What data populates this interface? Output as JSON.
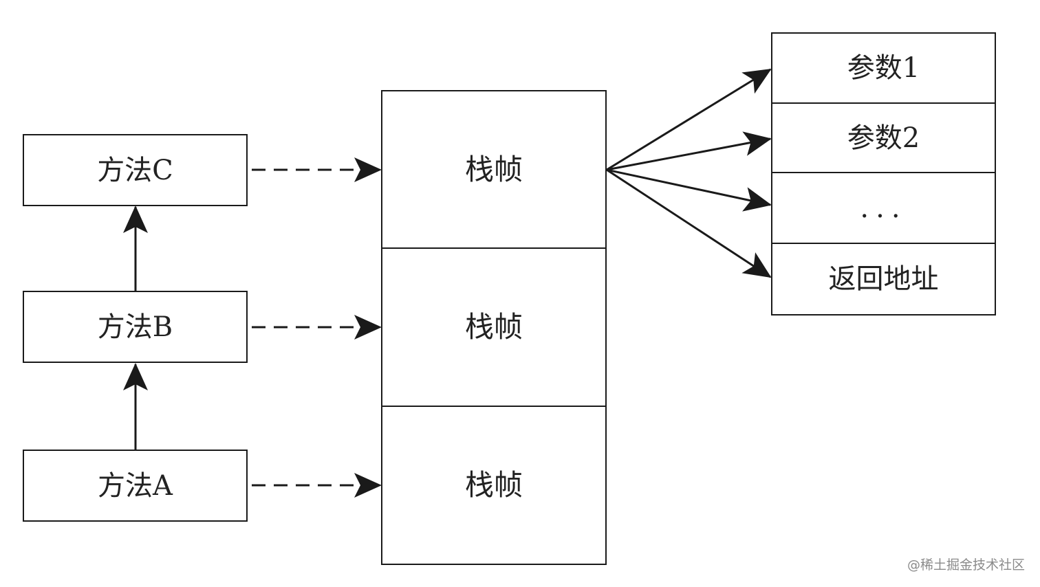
{
  "methods": {
    "c": "方法C",
    "b": "方法B",
    "a": "方法A"
  },
  "frames": [
    "栈帧",
    "栈帧",
    "栈帧"
  ],
  "params": [
    "参数1",
    "参数2",
    "...",
    "返回地址"
  ],
  "watermark": "@稀土掘金技术社区",
  "colors": {
    "stroke": "#1a1a1a",
    "text": "#222222",
    "watermark": "#8a8a8a"
  }
}
